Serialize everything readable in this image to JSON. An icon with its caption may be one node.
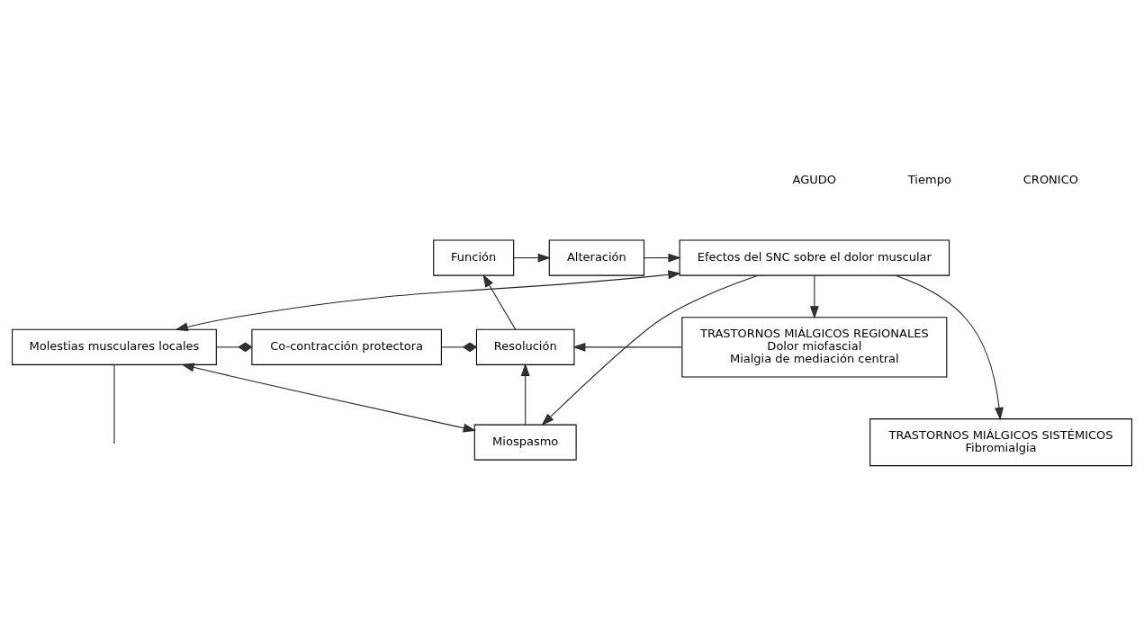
{
  "diagram": {
    "nodes": [
      {
        "text": [
          "Función"
        ]
      },
      {
        "text": [
          "Alteración"
        ]
      },
      {
        "text": [
          "Efectos del SNC sobre el dolor muscular"
        ]
      },
      {
        "text": [
          "Resolución"
        ]
      },
      {
        "text": [
          "Co-contracción protectora"
        ]
      },
      {
        "text": [
          "Molestias musculares locales"
        ]
      },
      {
        "text": [
          "TRASTORNOS MIÁLGICOS REGIONALES",
          "Dolor miofascial",
          "Mialgia de mediación central"
        ]
      },
      {
        "text": [
          "Miospasmo"
        ]
      },
      {
        "text": [
          "TRASTORNOS MIÁLGICOS SISTÉMICOS",
          "Fibromialgia"
        ]
      }
    ],
    "edges": [
      {
        "from": 0,
        "to": 1,
        "arrow": "to"
      },
      {
        "from": 1,
        "to": 2,
        "arrow": "to"
      },
      {
        "from": 2,
        "to": 6,
        "arrow": "to"
      },
      {
        "from": 3,
        "to": 0,
        "arrow": "to"
      },
      {
        "from": 4,
        "to": 3,
        "arrow": "other"
      },
      {
        "from": 5,
        "to": 4,
        "arrow": "other"
      },
      {
        "from": 2,
        "to": 5,
        "arrow": "both"
      },
      {
        "from": 5,
        "to": 7,
        "arrow": "both"
      },
      {
        "from": 5,
        "to": null,
        "arrow": "none"
      },
      {
        "from": 2,
        "to": 7,
        "arrow": "to"
      },
      {
        "from": 2,
        "to": 8,
        "arrow": "to"
      },
      {
        "from": 7,
        "to": 3,
        "arrow": "to"
      },
      {
        "from": 6,
        "to": 3,
        "arrow": "to"
      }
    ],
    "labels": [
      "AGUDO",
      "Tiempo",
      "CRONICO"
    ]
  }
}
